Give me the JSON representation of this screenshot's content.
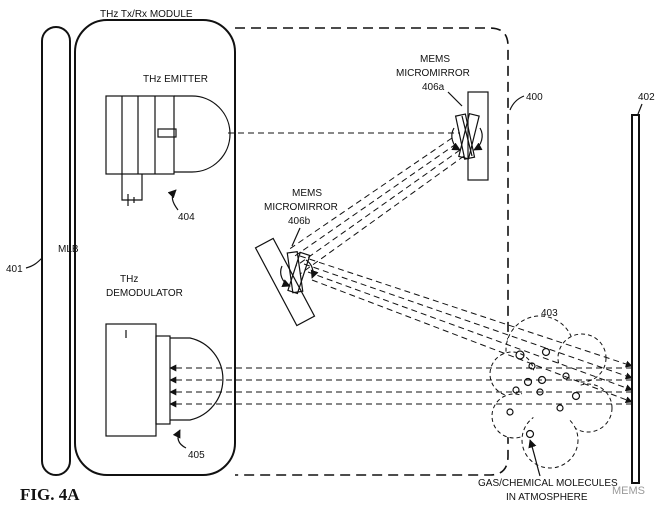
{
  "figure": {
    "caption": "FIG. 4A",
    "watermark": "MEMS",
    "module_title": "THz Tx/Rx MODULE"
  },
  "labels": {
    "mlb": "MLB",
    "ref_401": "401",
    "ref_400": "400",
    "ref_402": "402",
    "ref_403": "403",
    "ref_404": "404",
    "ref_405": "405",
    "emitter_title": "THz EMITTER",
    "demod_line1": "THz",
    "demod_line2": "DEMODULATOR",
    "mirror_a_line1": "MEMS",
    "mirror_a_line2": "MICROMIRROR",
    "mirror_a_ref": "406a",
    "mirror_b_line1": "MEMS",
    "mirror_b_line2": "MICROMIRROR",
    "mirror_b_ref": "406b",
    "gas_line1": "GAS/CHEMICAL MOLECULES",
    "gas_line2": "IN ATMOSPHERE"
  }
}
